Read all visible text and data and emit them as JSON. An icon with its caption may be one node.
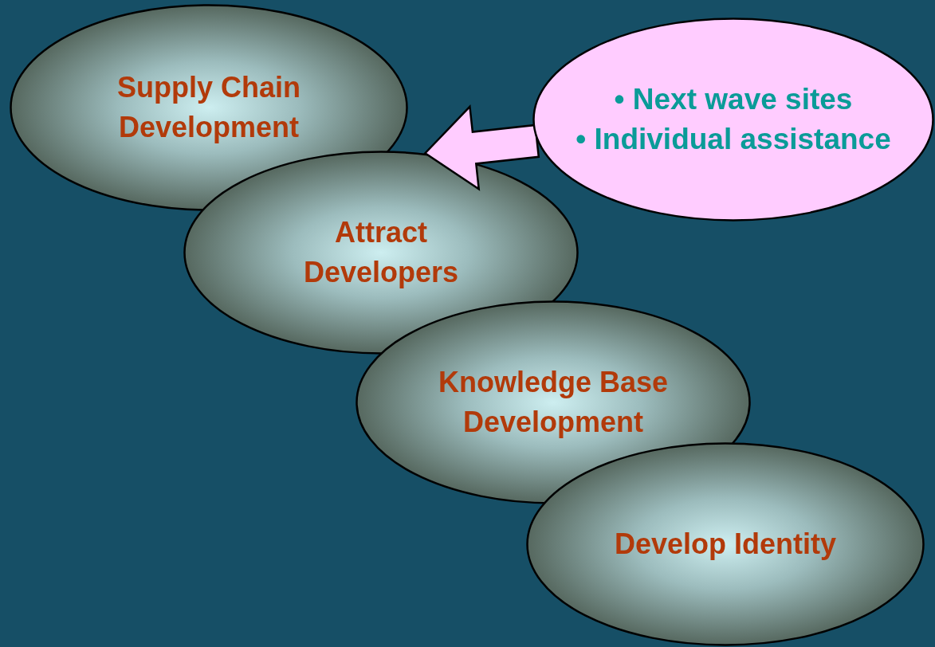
{
  "diagram": {
    "nodes": [
      {
        "text": [
          "Supply Chain Development"
        ]
      },
      {
        "text": [
          "Attract Developers"
        ]
      },
      {
        "text": [
          "Knowledge Base Development"
        ]
      },
      {
        "text": [
          "Develop Identity"
        ]
      },
      {
        "text": [
          "• Next wave sites",
          "• Individual assistance"
        ]
      }
    ],
    "edges": [
      {
        "from": 4,
        "to": 1,
        "arrow": "to"
      }
    ]
  }
}
